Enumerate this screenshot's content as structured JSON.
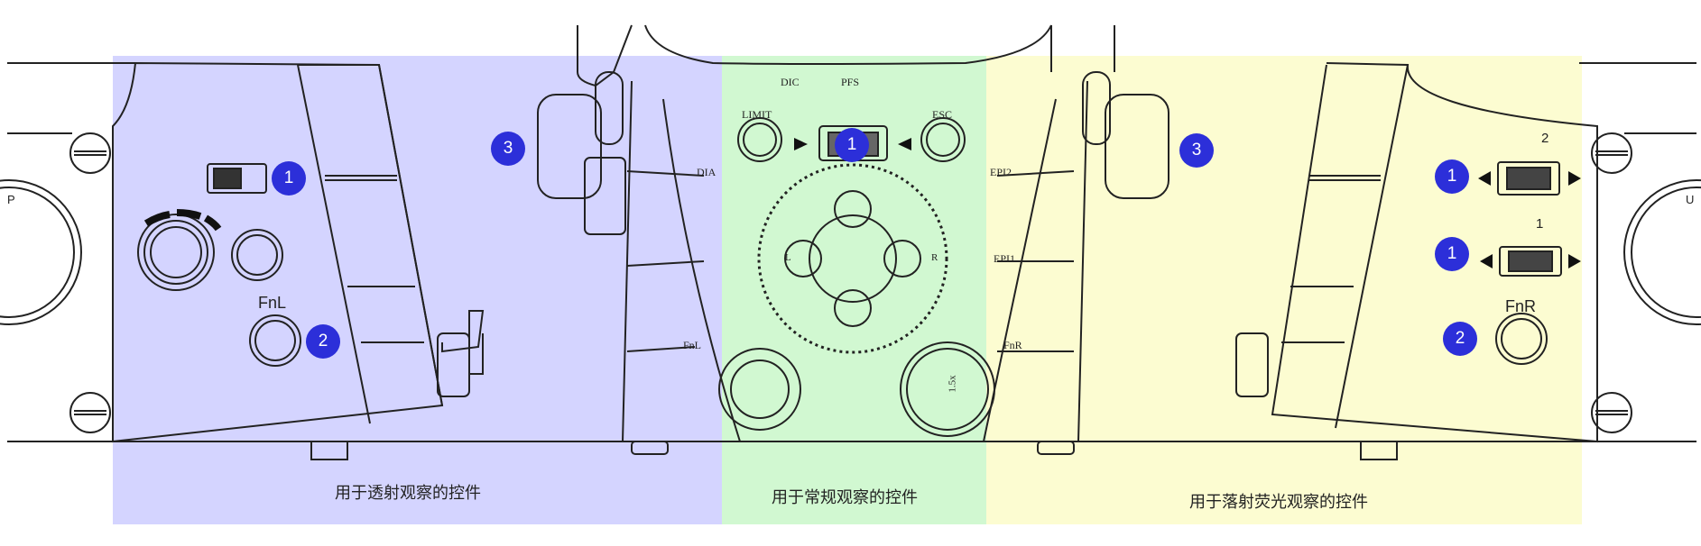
{
  "regions": {
    "left": {
      "label": "用于透射观察的控件",
      "color": "#c9c9ff"
    },
    "center": {
      "label": "用于常规观察的控件",
      "color": "#c9f7c9"
    },
    "right": {
      "label": "用于落射荧光观察的控件",
      "color": "#fbfbc9"
    }
  },
  "panel_labels": {
    "fnl_button": "FnL",
    "fnr_button": "FnR",
    "dia": "DIA",
    "fnl_small": "FnL",
    "fnr_small": "FnR",
    "epi2": "EPI2",
    "epi1": "EPI1",
    "dic": "DIC",
    "pfs": "PFS",
    "limit": "LIMIT",
    "esc": "ESC",
    "cam_l": "L",
    "cam_r": "R",
    "zoom_1_5x": "1.5x",
    "filter_num_2": "2",
    "filter_num_1": "1",
    "left_dial_letter": "P",
    "right_dial_letter": "U"
  },
  "badges": {
    "left_1": "1",
    "left_2": "2",
    "left_3": "3",
    "center_1": "1",
    "right_3": "3",
    "right_1a": "1",
    "right_1b": "1",
    "right_2": "2"
  },
  "badge_color": "#2c2fd9"
}
